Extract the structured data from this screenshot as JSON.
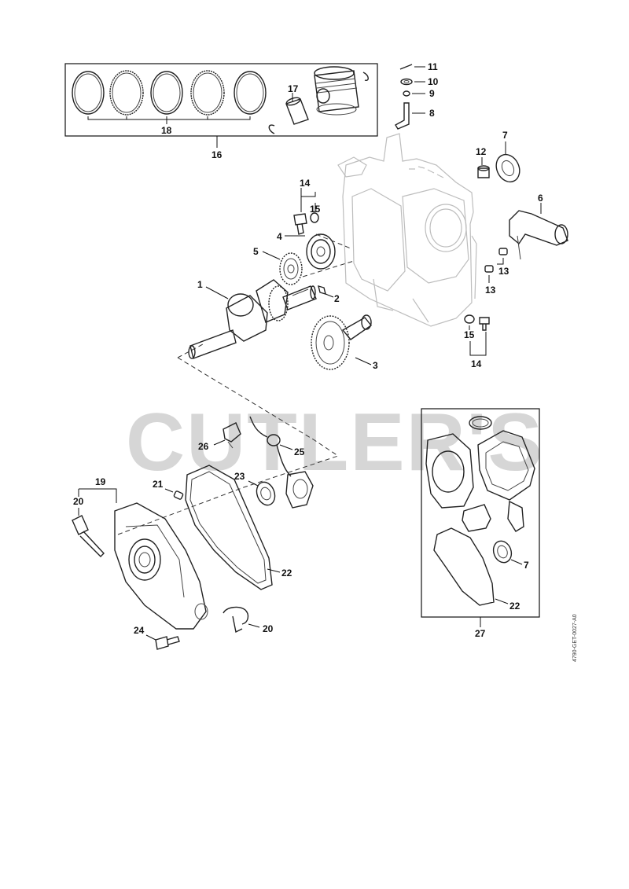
{
  "watermark": "CUTLER'S",
  "drawing_ref": "4790-GET-0027-A0",
  "labels": {
    "c1": "1",
    "c2": "2",
    "c3": "3",
    "c4": "4",
    "c5": "5",
    "c6": "6",
    "c7a": "7",
    "c7b": "7",
    "c8": "8",
    "c9": "9",
    "c10": "10",
    "c11": "11",
    "c12": "12",
    "c13a": "13",
    "c13b": "13",
    "c14a": "14",
    "c14b": "14",
    "c15a": "15",
    "c15b": "15",
    "c16": "16",
    "c17": "17",
    "c18": "18",
    "c19": "19",
    "c20a": "20",
    "c20b": "20",
    "c21": "21",
    "c22a": "22",
    "c22b": "22",
    "c23": "23",
    "c24": "24",
    "c25": "25",
    "c26": "26",
    "c27": "27"
  }
}
